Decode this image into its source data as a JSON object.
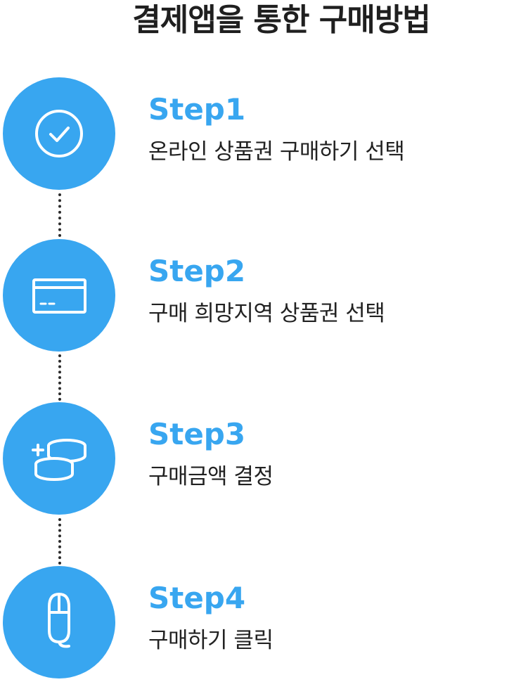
{
  "page": {
    "title": "결제앱을 통한 구매방법"
  },
  "steps": [
    {
      "title": "Step1",
      "desc": "온라인 상품권 구매하기 선택",
      "icon": "check-circle-icon"
    },
    {
      "title": "Step2",
      "desc": "구매 희망지역 상품권 선택",
      "icon": "credit-card-icon"
    },
    {
      "title": "Step3",
      "desc": "구매금액 결정",
      "icon": "coins-plus-icon"
    },
    {
      "title": "Step4",
      "desc": "구매하기 클릭",
      "icon": "mouse-icon"
    }
  ],
  "colors": {
    "accent": "#38a6f0",
    "title_text": "#1f1f1f",
    "body_text": "#222222",
    "connector": "#2b2b2b"
  }
}
